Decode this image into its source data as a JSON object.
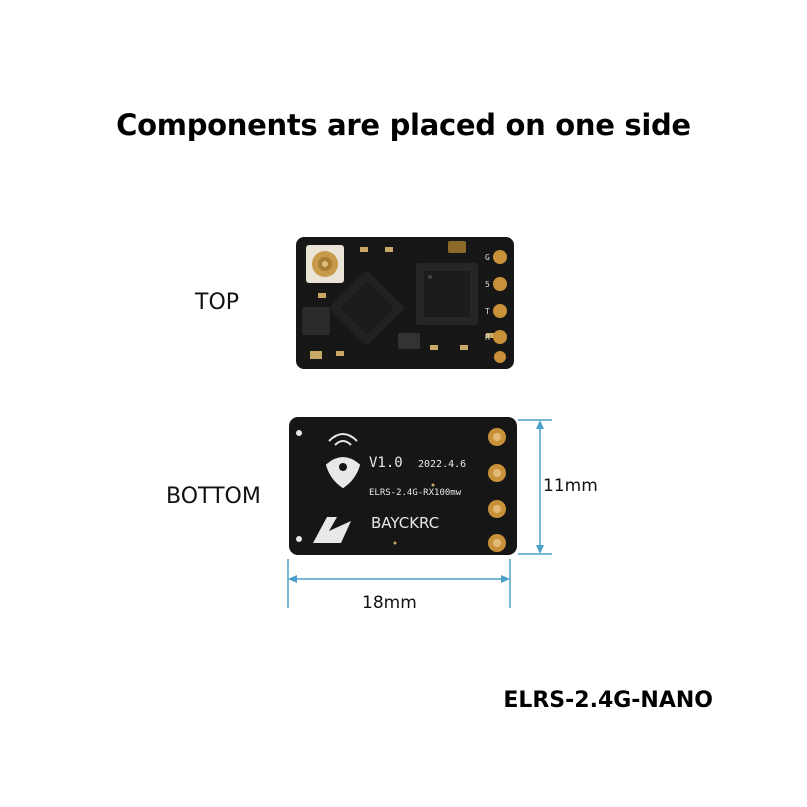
{
  "headline": "Components are placed on one side",
  "labels": {
    "top": "TOP",
    "bottom": "BOTTOM"
  },
  "dimensions": {
    "width": "18mm",
    "height": "11mm"
  },
  "model": "ELRS-2.4G-NANO",
  "silkscreen": {
    "version": "V1.0",
    "date": "2022.4.6",
    "part": "ELRS-2.4G-RX100mw",
    "brand": "BAYCKRC",
    "pin_labels": [
      "G",
      "5",
      "T",
      "R"
    ]
  },
  "colors": {
    "pcb": "#161616",
    "gold": "#c9923a",
    "dimension_line": "#4aa0c8"
  }
}
